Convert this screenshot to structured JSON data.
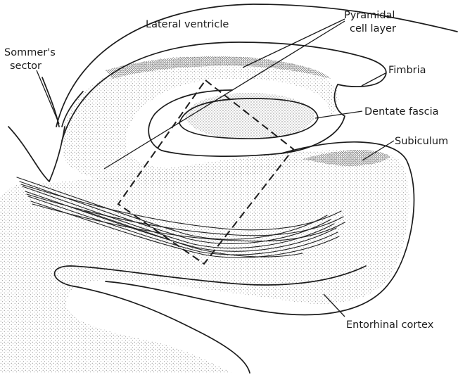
{
  "labels": {
    "lateral_ventricle": "Lateral ventricle",
    "pyramidal_line1": "Pyramidal",
    "pyramidal_line2": "cell layer",
    "sommers_line1": "Sommer's",
    "sommers_line2": "sector",
    "fimbria": "Fimbria",
    "dentate_fascia": "Dentate fascia",
    "subiculum": "Subiculum",
    "entorhinal_cortex": "Entorhinal cortex"
  },
  "colors": {
    "ink": "#1c1c1c",
    "stipple": "#6a6a6a",
    "background": "#ffffff"
  }
}
